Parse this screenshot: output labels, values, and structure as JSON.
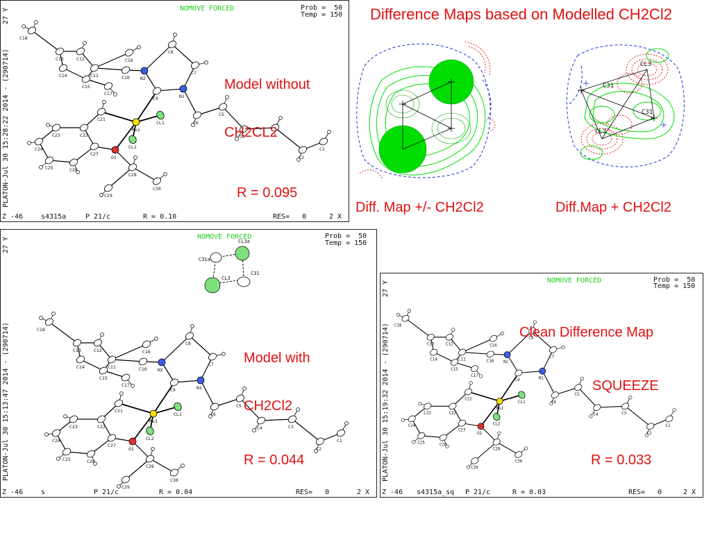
{
  "header": {
    "title": "Difference Maps based on Modelled CH2Cl2"
  },
  "panel1": {
    "flag": "NOMOVE FORCED",
    "prob": "Prob =  50",
    "temp": "Temp = 150",
    "side_label": "PLATON-Jul 30 15:28:22 2014 - (290714)",
    "axis_y": "27 Y",
    "footer": {
      "z": "Z -46",
      "name": "s4315a",
      "space_group": "P 21/c",
      "r": "R = 0.10",
      "res": "RES=   0",
      "x": "2 X"
    },
    "caption_line1": "Model without",
    "caption_line2": "CH2CL2",
    "r_value": "R = 0.095"
  },
  "panel2": {
    "flag": "NOMOVE FORCED",
    "prob": "Prob =  50",
    "temp": "Temp = 150",
    "side_label": "PLATON-Jul 30 15:13:47 2014 - (290714)",
    "axis_y": "27 Y",
    "footer": {
      "z": "Z -46",
      "name": "s",
      "space_group": "P 21/c",
      "r": "R = 0.04",
      "res": "RES=   0",
      "x": "2 X"
    },
    "caption_line1": "Model with",
    "caption_line2": "CH2Cl2",
    "r_value": "R = 0.044",
    "solvent_labels": [
      "CL3a",
      "C31a",
      "C31",
      "CL3"
    ]
  },
  "panel3": {
    "flag": "NOMOVE FORCED",
    "prob": "Prob =  50",
    "temp": "Temp = 150",
    "side_label": "PLATON-Jul 30 15:19:32 2014 - (290714)",
    "axis_y": "27 Y",
    "footer": {
      "z": "Z -46",
      "name": "s4315a_sq",
      "space_group": "P 21/c",
      "r": "R = 0.03",
      "res": "RES=   0",
      "x": "2 X"
    },
    "caption_line1": "Clean Difference Map",
    "caption_line2": "SQUEEZE",
    "r_value": "R = 0.033"
  },
  "map1": {
    "caption": "Diff. Map +/- CH2Cl2"
  },
  "map2": {
    "caption": "Diff.Map + CH2Cl2",
    "labels": [
      "C31",
      "CL3",
      "C31",
      "CL3"
    ]
  },
  "atom_labels": [
    "C18",
    "C13",
    "C12",
    "C14",
    "C11",
    "C15",
    "C17",
    "C16",
    "C10",
    "N2",
    "C8",
    "C7",
    "N1",
    "C9",
    "C21",
    "CL1",
    "Ru1",
    "CL2",
    "C22",
    "C23",
    "C24",
    "C25",
    "C26",
    "C27",
    "O1",
    "C28",
    "C29",
    "C30",
    "C6",
    "C5",
    "C4",
    "C3",
    "C2",
    "C1"
  ],
  "colors": {
    "red_text": "#e01010",
    "green_text": "#22cc22",
    "contour_green": "#00dd00",
    "contour_red": "#e02020",
    "contour_blue": "#1a2fd8"
  }
}
